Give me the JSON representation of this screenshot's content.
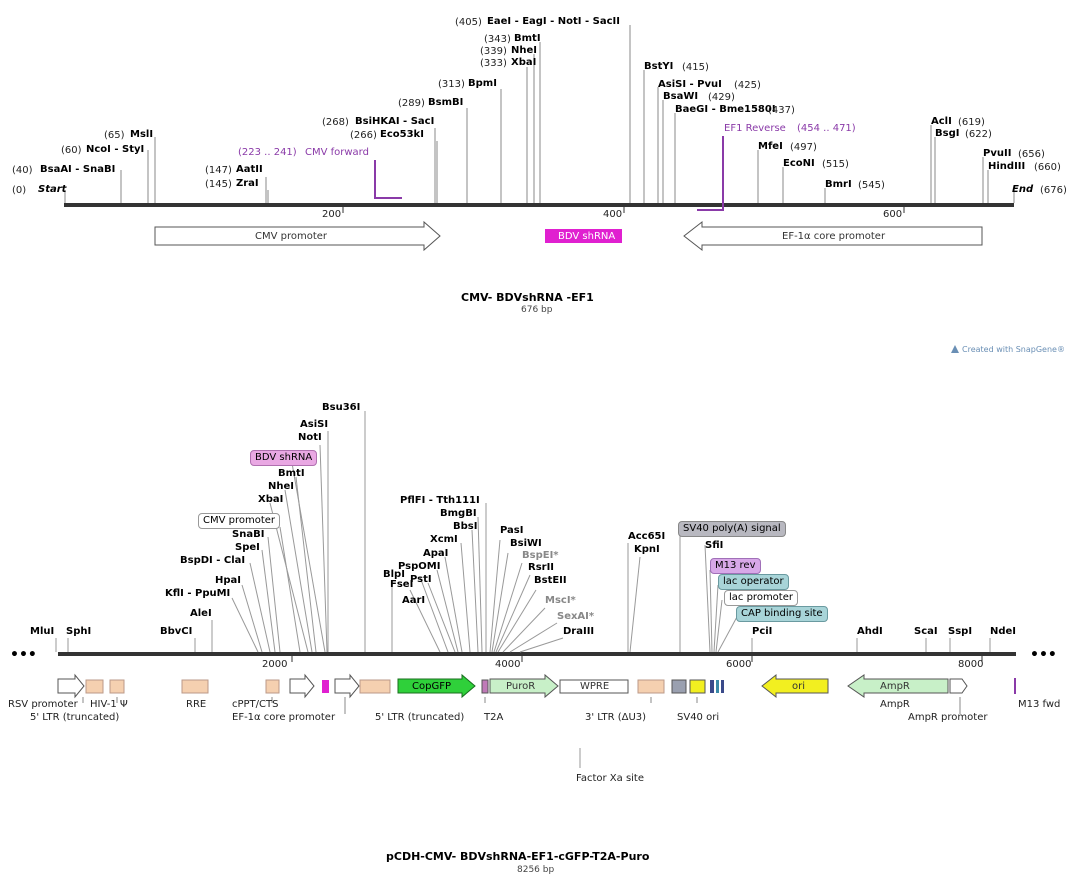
{
  "map1": {
    "title": "CMV- BDVshRNA -EF1",
    "size": "676 bp",
    "ticks": [
      "200",
      "400",
      "600"
    ],
    "start_label": "Start",
    "end_label": "End",
    "start_num": "(0)",
    "end_num": "(676)",
    "sites": [
      {
        "num": "(40)",
        "name": "BsaAI - SnaBI"
      },
      {
        "num": "(60)",
        "name": "NcoI - StyI"
      },
      {
        "num": "(65)",
        "name": "MslI"
      },
      {
        "num": "(147)",
        "name": "AatII"
      },
      {
        "num": "(145)",
        "name": "ZraI"
      },
      {
        "num": "(268)",
        "name": "BsiHKAI - SacI"
      },
      {
        "num": "(266)",
        "name": "Eco53kI"
      },
      {
        "num": "(289)",
        "name": "BsmBI"
      },
      {
        "num": "(313)",
        "name": "BpmI"
      },
      {
        "num": "(333)",
        "name": "XbaI"
      },
      {
        "num": "(339)",
        "name": "NheI"
      },
      {
        "num": "(343)",
        "name": "BmtI"
      },
      {
        "num": "(405)",
        "name": "EaeI - EagI - NotI - SacII"
      },
      {
        "name": "BstYI",
        "num": "(415)"
      },
      {
        "name": "AsiSI - PvuI",
        "num": "(425)"
      },
      {
        "name": "BsaWI",
        "num": "(429)"
      },
      {
        "name": "BaeGI - Bme1580I",
        "num": "(437)"
      },
      {
        "name": "MfeI",
        "num": "(497)"
      },
      {
        "name": "EcoNI",
        "num": "(515)"
      },
      {
        "name": "BmrI",
        "num": "(545)"
      },
      {
        "name": "AclI",
        "num": "(619)"
      },
      {
        "name": "BsgI",
        "num": "(622)"
      },
      {
        "name": "PvuII",
        "num": "(656)"
      },
      {
        "name": "HindIII",
        "num": "(660)"
      }
    ],
    "primers": [
      {
        "num": "(223 .. 241)",
        "name": "CMV forward"
      },
      {
        "name": "EF1 Reverse",
        "num": "(454 .. 471)"
      }
    ],
    "features": {
      "cmv": "CMV promoter",
      "shrna": "BDV shRNA",
      "ef1": "EF-1α core promoter"
    },
    "credit": "Created with SnapGene®"
  },
  "map2": {
    "title": "pCDH-CMV- BDVshRNA-EF1-cGFP-T2A-Puro",
    "size": "8256 bp",
    "ticks": [
      "2000",
      "4000",
      "6000",
      "8000"
    ],
    "sites": [
      "MluI",
      "SphI",
      "BbvCI",
      "AleI",
      "KflI - PpuMI",
      "HpaI",
      "BspDI - ClaI",
      "SpeI",
      "SnaBI",
      "XbaI",
      "NheI",
      "BmtI",
      "NotI",
      "AsiSI",
      "Bsu36I",
      "BlpI",
      "FseI",
      "AarI",
      "PstI",
      "PspOMI",
      "ApaI",
      "XcmI",
      "BbsI",
      "BmgBI",
      "PflFI - Tth111I",
      "PasI",
      "BsiWI",
      "BspEI*",
      "RsrII",
      "BstEII",
      "MscI*",
      "SexAI*",
      "DraIII",
      "Acc65I",
      "KpnI",
      "SfiI",
      "PciI",
      "AhdI",
      "ScaI",
      "SspI",
      "NdeI"
    ],
    "callouts": {
      "bdv_shrna": "BDV shRNA",
      "cmv_promoter": "CMV promoter",
      "sv40_polya": "SV40 poly(A) signal",
      "m13_rev": "M13 rev",
      "lac_operator": "lac operator",
      "lac_promoter": "lac promoter",
      "cap_site": "CAP binding site"
    },
    "features": {
      "copgfp": "CopGFP",
      "puror": "PuroR",
      "wpre": "WPRE",
      "ori": "ori",
      "ampr": "AmpR"
    },
    "labels": {
      "rsv": "RSV promoter",
      "ltr5t": "5' LTR (truncated)",
      "hiv": "HIV-1 Ψ",
      "rre": "RRE",
      "cppt": "cPPT/CTS",
      "ef1a": "EF-1α core promoter",
      "ltr5t2": "5' LTR (truncated)",
      "t2a": "T2A",
      "ltr3": "3' LTR (ΔU3)",
      "sv40ori": "SV40 ori",
      "ampr": "AmpR",
      "amprprom": "AmpR promoter",
      "m13fwd": "M13 fwd",
      "factorxa": "Factor Xa site"
    },
    "ellipsis": "•••"
  },
  "colors": {
    "backbone": "#333333",
    "primer": "#8a3aa8",
    "shrna": "#e020d0",
    "copgfp": "#2fd03a",
    "puror": "#c8f0c8",
    "ori": "#f2ef20",
    "ampr": "#c8f0c8",
    "ltr": "#f5d0b0",
    "lacbox": "#a8d4d8"
  }
}
